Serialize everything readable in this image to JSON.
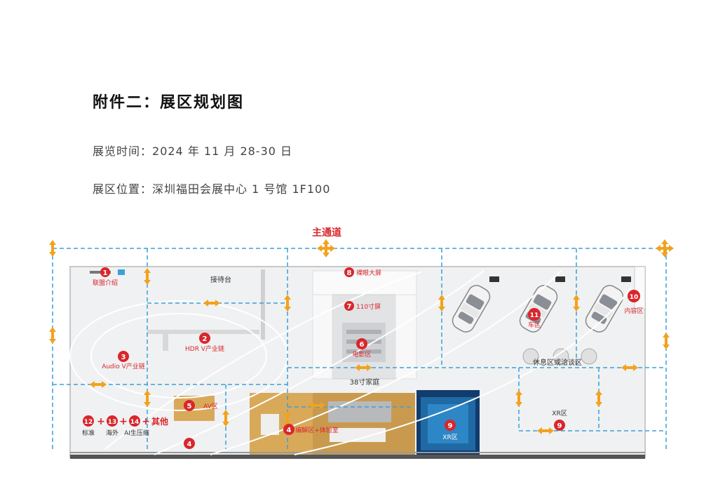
{
  "doc": {
    "title": "附件二：展区规划图",
    "time_label": "展览时间：",
    "time_value": "2024 年 11 月 28-30 日",
    "location_label": "展区位置：",
    "location_value": "深圳福田会展中心 1 号馆 1F100"
  },
  "map": {
    "main_aisle": "主通道",
    "reception": "接待台",
    "zones": {
      "z1": {
        "num": "1",
        "label": "联盟介绍"
      },
      "z2": {
        "num": "2",
        "label": "HDR V产业链"
      },
      "z3": {
        "num": "3",
        "label": "Audio V产业链"
      },
      "z4a": {
        "num": "4",
        "label": "编解区+体验室"
      },
      "z4b": {
        "num": "4",
        "label": ""
      },
      "z5": {
        "num": "5",
        "label": "AV区"
      },
      "z6": {
        "num": "6",
        "label": "电影区"
      },
      "z7": {
        "num": "7",
        "label": "110寸屏"
      },
      "z8": {
        "num": "8",
        "label": "裸眼大屏"
      },
      "z9a": {
        "num": "9",
        "label": "XR区"
      },
      "z9b": {
        "num": "9",
        "label": "XR区"
      },
      "z10": {
        "num": "10",
        "label": "内容区"
      },
      "z11": {
        "num": "11",
        "label": "车区"
      }
    },
    "rest_area": "休息区或洽谈区",
    "home_label": "38寸家庭",
    "bottom_group": {
      "n12": "12",
      "n13": "13",
      "n14": "14",
      "plus": "+",
      "others": "其他",
      "l12": "标准",
      "l13": "海外",
      "l14": "AI生压缩"
    }
  },
  "colors": {
    "marker_red": "#d9262c",
    "aisle_blue": "#3aa0d8",
    "arrow_orange": "#f2a21c",
    "floor_wood": "#d9a95a",
    "title_red": "#d9262c"
  }
}
